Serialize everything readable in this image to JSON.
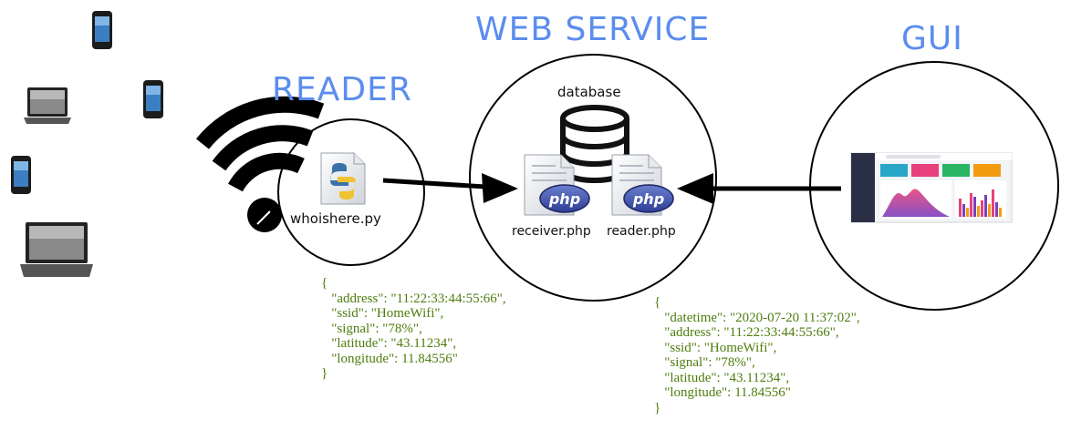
{
  "colors": {
    "title": "#5b8def",
    "json_text": "#4e7d0e",
    "ink": "#111111"
  },
  "sections": {
    "reader": {
      "title": "READER",
      "file_label": "whoishere.py",
      "file_icon": "python-file-icon"
    },
    "web_service": {
      "title": "WEB SERVICE",
      "db_label": "database",
      "files": [
        {
          "label": "receiver.php",
          "icon": "php-file-icon"
        },
        {
          "label": "reader.php",
          "icon": "php-file-icon"
        }
      ]
    },
    "gui": {
      "title": "GUI",
      "icon": "dashboard-screenshot-icon"
    }
  },
  "devices": [
    "phone-icon",
    "phone-icon",
    "phone-icon",
    "laptop-icon",
    "laptop-icon"
  ],
  "json_reader": "{\n   \"address\": \"11:22:33:44:55:66\",\n   \"ssid\": \"HomeWifi\",\n   \"signal\": \"78%\",\n   \"latitude\": \"43.11234\",\n   \"longitude\": 11.84556\"\n}",
  "json_reader_web": "{\n   \"datetime\": \"2020-07-20 11:37:02\",\n   \"address\": \"11:22:33:44:55:66\",\n   \"ssid\": \"HomeWifi\",\n   \"signal\": \"78%\",\n   \"latitude\": \"43.11234\",\n   \"longitude\": 11.84556\"\n}"
}
